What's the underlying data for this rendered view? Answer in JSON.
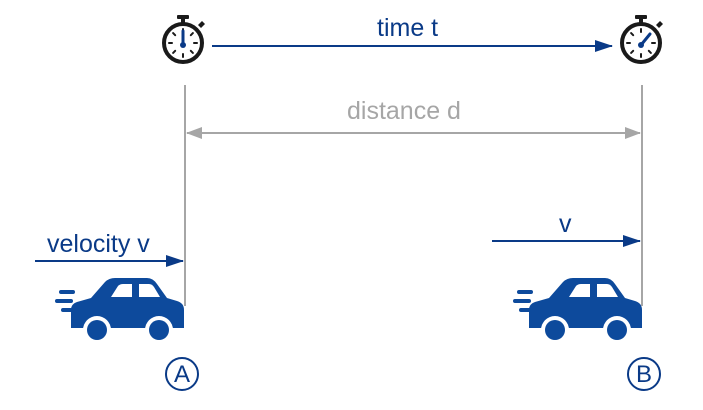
{
  "colors": {
    "primary": "#0a3a87",
    "secondary": "#a6a6a6",
    "car": "#0d4a9c",
    "stopwatch": "#1a1a1a"
  },
  "labels": {
    "time": "time t",
    "distance": "distance d",
    "velocity": "velocity v",
    "velocity_short": "v"
  },
  "points": {
    "a": "A",
    "b": "B"
  },
  "icons": {
    "stopwatch": "stopwatch-icon",
    "car": "car-icon",
    "speed_lines": "speed-lines-icon"
  }
}
